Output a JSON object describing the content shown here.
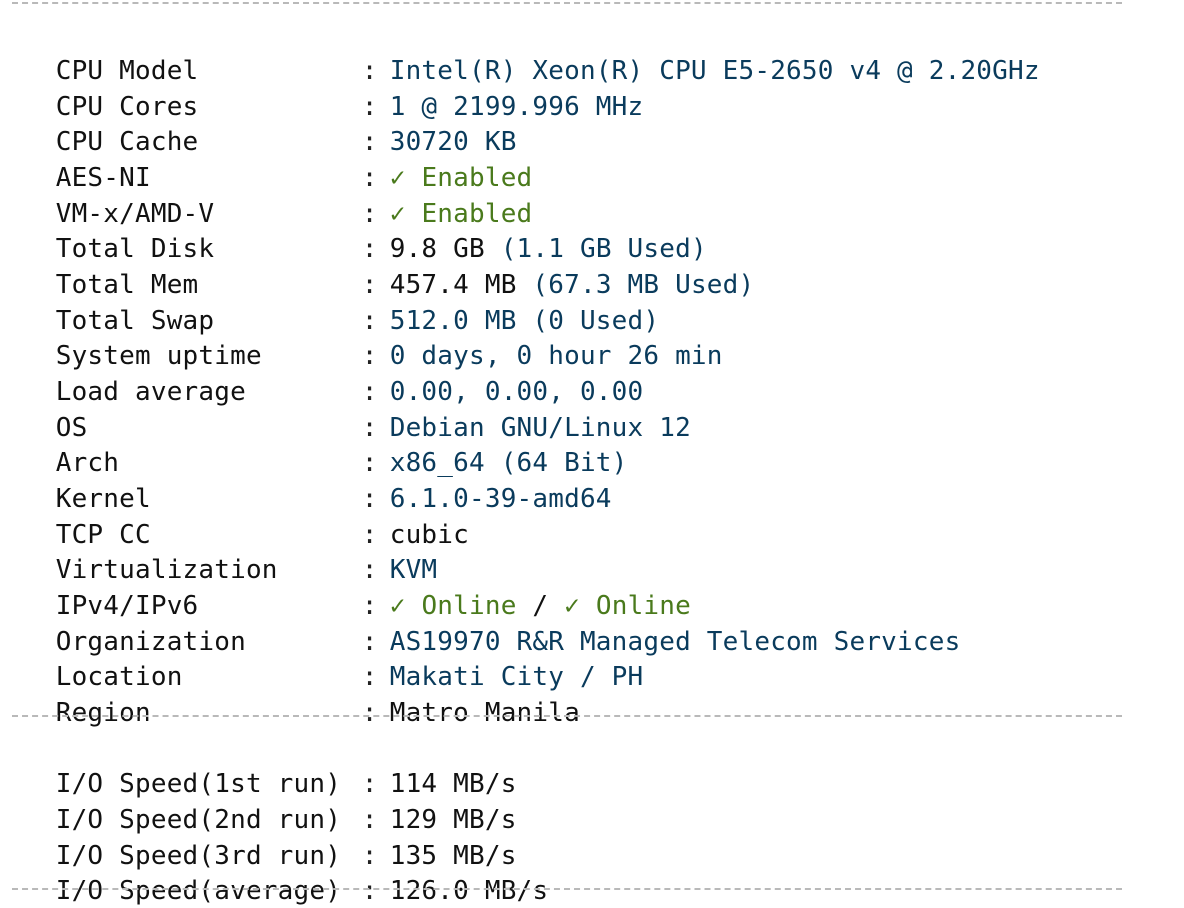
{
  "separator": ":",
  "check_glyph": "✓",
  "colors": {
    "label": "#111111",
    "value_blue": "#0a3b5c",
    "value_green": "#4a7a1c",
    "rule": "#b9b9b9"
  },
  "system_info": [
    {
      "label": "CPU Model",
      "value": "Intel(R) Xeon(R) CPU E5-2650 v4 @ 2.20GHz"
    },
    {
      "label": "CPU Cores",
      "value": "1 @ 2199.996 MHz"
    },
    {
      "label": "CPU Cache",
      "value": "30720 KB"
    },
    {
      "label": "AES-NI",
      "value": "Enabled"
    },
    {
      "label": "VM-x/AMD-V",
      "value": "Enabled"
    },
    {
      "label": "Total Disk",
      "value": "9.8 GB",
      "value_extra": "(1.1 GB Used)"
    },
    {
      "label": "Total Mem",
      "value": "457.4 MB",
      "value_extra": "(67.3 MB Used)"
    },
    {
      "label": "Total Swap",
      "value": "512.0 MB (0 Used)"
    },
    {
      "label": "System uptime",
      "value": "0 days, 0 hour 26 min"
    },
    {
      "label": "Load average",
      "value": "0.00, 0.00, 0.00"
    },
    {
      "label": "OS",
      "value": "Debian GNU/Linux 12"
    },
    {
      "label": "Arch",
      "value": "x86_64 (64 Bit)"
    },
    {
      "label": "Kernel",
      "value": "6.1.0-39-amd64"
    },
    {
      "label": "TCP CC",
      "value": "cubic"
    },
    {
      "label": "Virtualization",
      "value": "KVM"
    },
    {
      "label": "IPv4/IPv6",
      "value": "Online",
      "divider": "/",
      "value_extra": "Online"
    },
    {
      "label": "Organization",
      "value": "AS19970 R&R Managed Telecom Services"
    },
    {
      "label": "Location",
      "value": "Makati City / PH"
    },
    {
      "label": "Region",
      "value": "Matro Manila"
    }
  ],
  "io_speed": [
    {
      "label": "I/O Speed(1st run)",
      "value": "114 MB/s"
    },
    {
      "label": "I/O Speed(2nd run)",
      "value": "129 MB/s"
    },
    {
      "label": "I/O Speed(3rd run)",
      "value": "135 MB/s"
    },
    {
      "label": "I/O Speed(average)",
      "value": "126.0 MB/s"
    }
  ]
}
